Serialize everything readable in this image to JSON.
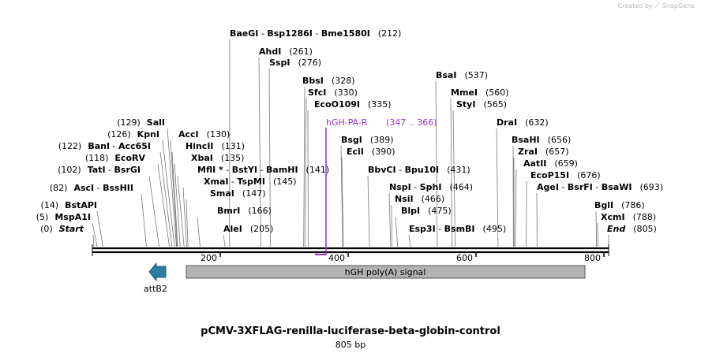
{
  "brand": {
    "created_by": "Created by",
    "name": "SnapGene"
  },
  "plasmid": {
    "name": "pCMV-3XFLAG-renilla-luciferase-beta-globin-control",
    "length_label": "805 bp",
    "length": 805
  },
  "axis_ticks": [
    "200",
    "400",
    "600",
    "800"
  ],
  "axis_tick_values": [
    200,
    400,
    600,
    800
  ],
  "colors": {
    "feature_fill": "#b2b2b2",
    "primer": "#9933cc",
    "attB2": "#2d7da0",
    "backbone": "#000000"
  },
  "features": [
    {
      "label": "hGH poly(A) signal",
      "start": 150,
      "end": 774
    },
    {
      "label": "attB2",
      "start": 90,
      "end": 115
    }
  ],
  "primer": {
    "name": "hGH-PA-R",
    "range": "(347 .. 366)",
    "start": 347,
    "end": 366
  },
  "sites": [
    {
      "names": [
        "BaeGI",
        "Bsp1286I",
        "Bme1580I"
      ],
      "pos": "(212)",
      "loc": 212
    },
    {
      "names": [
        "AhdI"
      ],
      "pos": "(261)",
      "loc": 261
    },
    {
      "names": [
        "SspI"
      ],
      "pos": "(276)",
      "loc": 276
    },
    {
      "names": [
        "BbsI"
      ],
      "pos": "(328)",
      "loc": 328
    },
    {
      "names": [
        "SfcI"
      ],
      "pos": "(330)",
      "loc": 330
    },
    {
      "names": [
        "EcoO109I"
      ],
      "pos": "(335)",
      "loc": 335
    },
    {
      "names": [
        "BsaI"
      ],
      "pos": "(537)",
      "loc": 537
    },
    {
      "names": [
        "MmeI"
      ],
      "pos": "(560)",
      "loc": 560
    },
    {
      "names": [
        "StyI"
      ],
      "pos": "(565)",
      "loc": 565
    },
    {
      "names": [
        "SalI"
      ],
      "pos": "(129)",
      "loc": 129
    },
    {
      "names": [
        "KpnI"
      ],
      "pos": "(126)",
      "loc": 126
    },
    {
      "names": [
        "AccI"
      ],
      "pos": "(130)",
      "loc": 130
    },
    {
      "names": [
        "BanI",
        "Acc65I"
      ],
      "pos": "(122)",
      "loc": 122
    },
    {
      "names": [
        "HincII"
      ],
      "pos": "(131)",
      "loc": 131
    },
    {
      "names": [
        "EcoRV"
      ],
      "pos": "(118)",
      "loc": 118
    },
    {
      "names": [
        "XbaI"
      ],
      "pos": "(135)",
      "loc": 135
    },
    {
      "names": [
        "TatI",
        "BsrGI"
      ],
      "pos": "(102)",
      "loc": 102
    },
    {
      "names": [
        "MflI *",
        "BstYI",
        "BamHI"
      ],
      "pos": "(141)",
      "loc": 141
    },
    {
      "names": [
        "XmaI",
        "TspMI"
      ],
      "pos": "(145)",
      "loc": 145
    },
    {
      "names": [
        "AscI",
        "BssHII"
      ],
      "pos": "(82)",
      "loc": 82
    },
    {
      "names": [
        "SmaI"
      ],
      "pos": "(147)",
      "loc": 147
    },
    {
      "names": [
        "BstAPI"
      ],
      "pos": "(14)",
      "loc": 14
    },
    {
      "names": [
        "BmrI"
      ],
      "pos": "(166)",
      "loc": 166
    },
    {
      "names": [
        "MspA1I"
      ],
      "pos": "(5)",
      "loc": 5
    },
    {
      "names": [
        "Start"
      ],
      "pos": "(0)",
      "loc": 0,
      "italic": true
    },
    {
      "names": [
        "AleI"
      ],
      "pos": "(205)",
      "loc": 205
    },
    {
      "names": [
        "BsgI"
      ],
      "pos": "(389)",
      "loc": 389
    },
    {
      "names": [
        "EciI"
      ],
      "pos": "(390)",
      "loc": 390
    },
    {
      "names": [
        "BbvCI",
        "Bpu10I"
      ],
      "pos": "(431)",
      "loc": 431
    },
    {
      "names": [
        "NspI",
        "SphI"
      ],
      "pos": "(464)",
      "loc": 464
    },
    {
      "names": [
        "NsiI"
      ],
      "pos": "(466)",
      "loc": 466
    },
    {
      "names": [
        "BlpI"
      ],
      "pos": "(475)",
      "loc": 475
    },
    {
      "names": [
        "Esp3I",
        "BsmBI"
      ],
      "pos": "(495)",
      "loc": 495
    },
    {
      "names": [
        "DraI"
      ],
      "pos": "(632)",
      "loc": 632
    },
    {
      "names": [
        "BsaHI"
      ],
      "pos": "(656)",
      "loc": 656
    },
    {
      "names": [
        "ZraI"
      ],
      "pos": "(657)",
      "loc": 657
    },
    {
      "names": [
        "AatII"
      ],
      "pos": "(659)",
      "loc": 659
    },
    {
      "names": [
        "EcoP15I"
      ],
      "pos": "(676)",
      "loc": 676
    },
    {
      "names": [
        "AgeI",
        "BsrFI",
        "BsaWI"
      ],
      "pos": "(693)",
      "loc": 693
    },
    {
      "names": [
        "BglI"
      ],
      "pos": "(786)",
      "loc": 786
    },
    {
      "names": [
        "XcmI"
      ],
      "pos": "(788)",
      "loc": 788
    },
    {
      "names": [
        "End"
      ],
      "pos": "(805)",
      "loc": 805,
      "italic": true
    }
  ]
}
